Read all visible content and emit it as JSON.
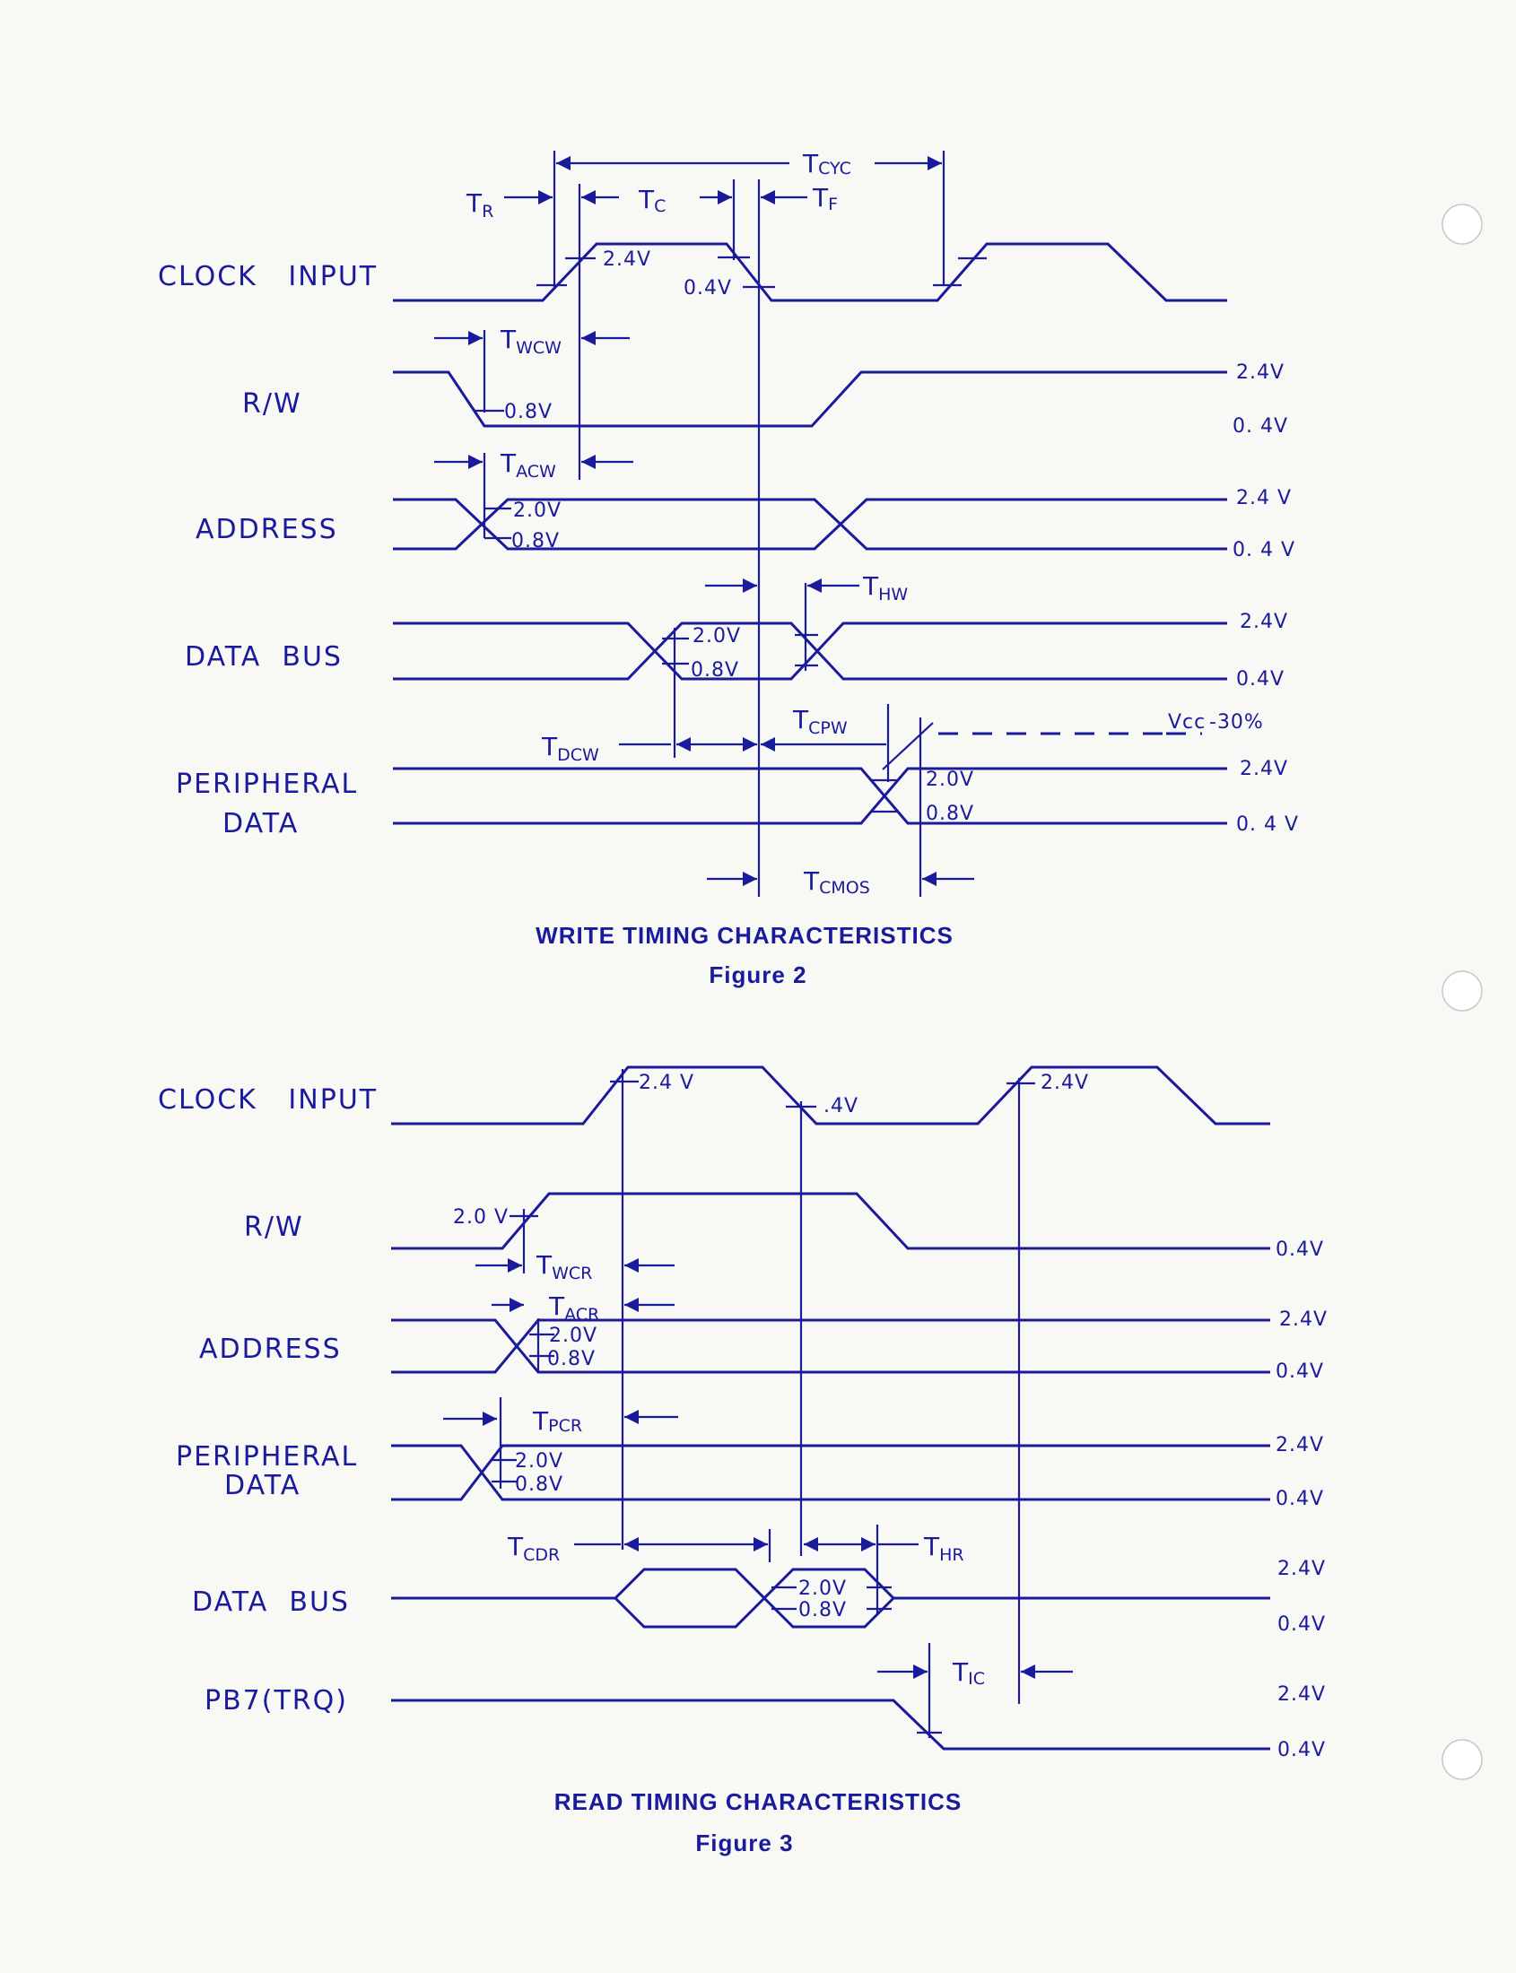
{
  "figure2": {
    "caption": "WRITE TIMING CHARACTERISTICS",
    "figure_label": "Figure 2",
    "signals": {
      "clock": "CLOCK   INPUT",
      "rw": "R/W",
      "address": "ADDRESS",
      "data_bus": "DATA  BUS",
      "peripheral_1": "PERIPHERAL",
      "peripheral_2": "DATA"
    },
    "timing": {
      "tcyc": {
        "main": "T",
        "sub": "CYC"
      },
      "tr": {
        "main": "T",
        "sub": "R"
      },
      "tc": {
        "main": "T",
        "sub": "C"
      },
      "tf": {
        "main": "T",
        "sub": "F"
      },
      "twcw": {
        "main": "T",
        "sub": "WCW"
      },
      "tacw": {
        "main": "T",
        "sub": "ACW"
      },
      "thw": {
        "main": "T",
        "sub": "HW"
      },
      "tdcw": {
        "main": "T",
        "sub": "DCW"
      },
      "tcpw": {
        "main": "T",
        "sub": "CPW"
      },
      "tcmos": {
        "main": "T",
        "sub": "CMOS"
      }
    },
    "levels": {
      "clk_high": "2.4V",
      "clk_low": "0.4V",
      "rw_low": "0.8V",
      "rw_right_high": "2.4V",
      "rw_right_low": "0. 4V",
      "addr_2v": "2.0V",
      "addr_08v": "0.8V",
      "addr_right_high": "2.4 V",
      "addr_right_low": "0. 4 V",
      "db_2v": "2.0V",
      "db_08v": "0.8V",
      "db_right_high": "2.4V",
      "db_right_low": "0.4V",
      "vcc": "Vcc",
      "vcc_pct": "-30%",
      "pd_2v": "2.0V",
      "pd_08v": "0.8V",
      "pd_right_high": "2.4V",
      "pd_right_low": "0. 4 V"
    }
  },
  "figure3": {
    "caption": "READ TIMING CHARACTERISTICS",
    "figure_label": "Figure 3",
    "signals": {
      "clock": "CLOCK   INPUT",
      "rw": "R/W",
      "address": "ADDRESS",
      "peripheral_1": "PERIPHERAL",
      "peripheral_2": "DATA",
      "data_bus": "DATA  BUS",
      "pb7": "PB7(TRQ)"
    },
    "timing": {
      "twcr": {
        "main": "T",
        "sub": "WCR"
      },
      "tacr": {
        "main": "T",
        "sub": "ACR"
      },
      "tpcr": {
        "main": "T",
        "sub": "PCR"
      },
      "tcdr": {
        "main": "T",
        "sub": "CDR"
      },
      "thr": {
        "main": "T",
        "sub": "HR"
      },
      "tic": {
        "main": "T",
        "sub": "IC"
      }
    },
    "levels": {
      "clk_high_1": "2.4 V",
      "clk_low": ".4V",
      "clk_high_2": "2.4V",
      "rw_2v": "2.0 V",
      "rw_right_low": "0.4V",
      "addr_2v": "2.0V",
      "addr_08v": "0.8V",
      "addr_right_high": "2.4V",
      "addr_right_low": "0.4V",
      "pd_2v": "2.0V",
      "pd_08v": "0.8V",
      "pd_right_high": "2.4V",
      "pd_right_low": "0.4V",
      "db_2v": "2.0V",
      "db_08v": "0.8V",
      "db_right_high": "2.4V",
      "db_right_low": "0.4V",
      "pb_right_high": "2.4V",
      "pb_right_low": "0.4V"
    }
  }
}
